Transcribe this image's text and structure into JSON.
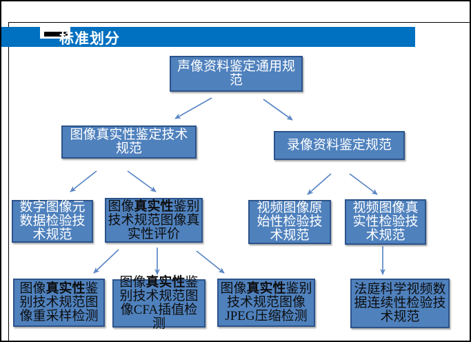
{
  "slide": {
    "title": "标准划分",
    "colors": {
      "title_bar": "#0070c0",
      "title_text": "#ffffff",
      "box_fill": "#4f81bd",
      "box_border": "#2b538a",
      "arrow": "#5b87c5",
      "frame": "#000000"
    }
  },
  "nodes": {
    "root": {
      "pre": "声像资料鉴定通用规范",
      "bold": "",
      "post": ""
    },
    "l2_left": {
      "pre": "图像真实性鉴定技术规范",
      "bold": "",
      "post": ""
    },
    "l2_right": {
      "pre": "录像资料鉴定规范",
      "bold": "",
      "post": ""
    },
    "l3_1": {
      "pre": "数字图像元数据检验技术规范",
      "bold": "",
      "post": ""
    },
    "l3_2": {
      "pre": "图像",
      "bold": "真实性",
      "post": "鉴别技术规范图像真实性评价"
    },
    "l3_3": {
      "pre": "视频图像原始性检验技术规范",
      "bold": "",
      "post": ""
    },
    "l3_4": {
      "pre": "视频图像真实性检验技术规范",
      "bold": "",
      "post": ""
    },
    "l4_1": {
      "pre": "图像",
      "bold": "真实性",
      "post": "鉴别技术规范图像重采样检测"
    },
    "l4_2": {
      "pre": "图像",
      "bold": "真实性",
      "post": "鉴别技术规范图像CFA插值检测"
    },
    "l4_3": {
      "pre": "图像",
      "bold": "真实性",
      "post": "鉴别技术规范图像JPEG压缩检测"
    },
    "l4_4": {
      "pre": "法庭科学视频数据连续性检验技术规范",
      "bold": "",
      "post": ""
    }
  }
}
